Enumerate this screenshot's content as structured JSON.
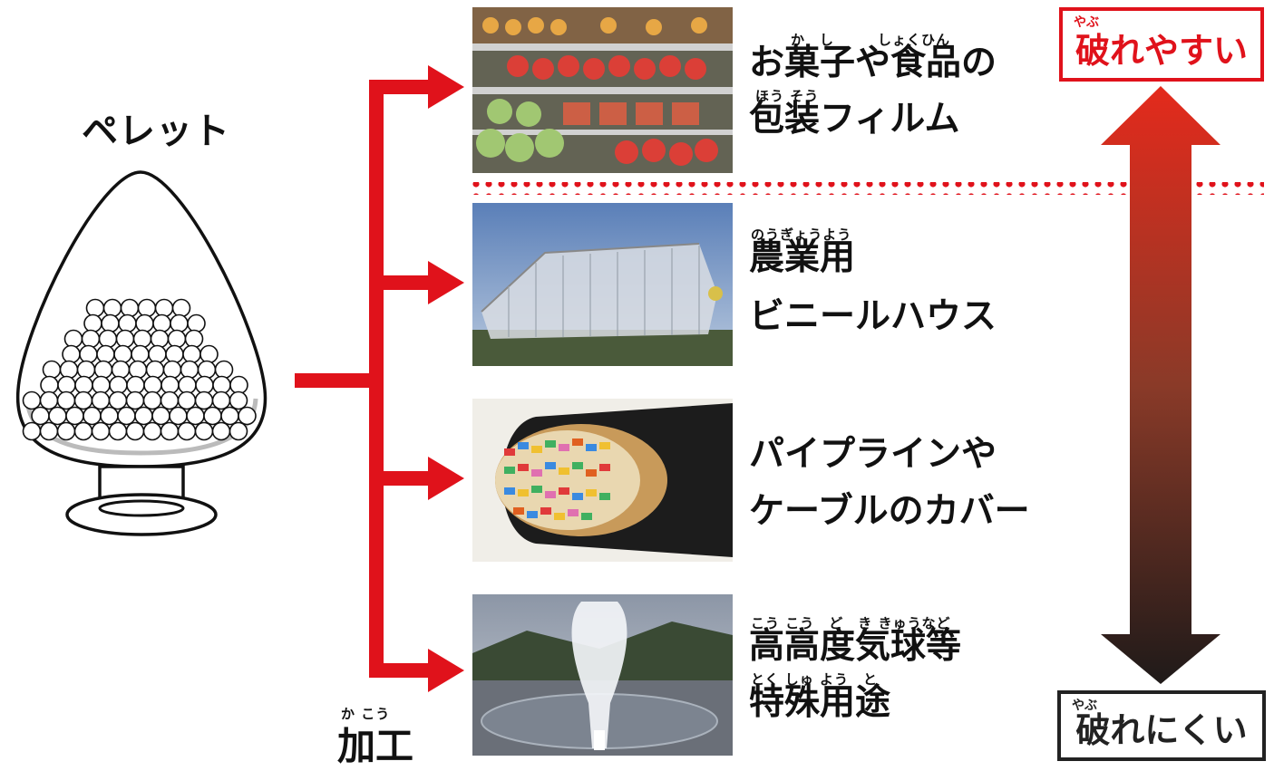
{
  "pellet": {
    "title": "ペレット"
  },
  "process": {
    "label": "加工",
    "ruby": "か こう"
  },
  "items": [
    {
      "lines": [
        "お菓子や食品の",
        "包装フィルム"
      ],
      "rubies": [
        "か　し　　　しょくひん",
        "ほう そう"
      ]
    },
    {
      "lines": [
        "農業用",
        "ビニールハウス"
      ],
      "rubies": [
        "のうぎょうよう"
      ]
    },
    {
      "lines": [
        "パイプラインや",
        "ケーブルのカバー"
      ],
      "rubies": []
    },
    {
      "lines": [
        "高高度気球等",
        "特殊用途"
      ],
      "rubies": [
        "こう こう　ど　き きゅうなど",
        "とく しゅ よう　と"
      ]
    }
  ],
  "scale": {
    "top": {
      "label": "破れやすい",
      "ruby": "やぶ"
    },
    "bottom": {
      "label": "破れにくい",
      "ruby": "やぶ"
    }
  },
  "colors": {
    "accent": "#e0121b",
    "dark": "#222222"
  }
}
